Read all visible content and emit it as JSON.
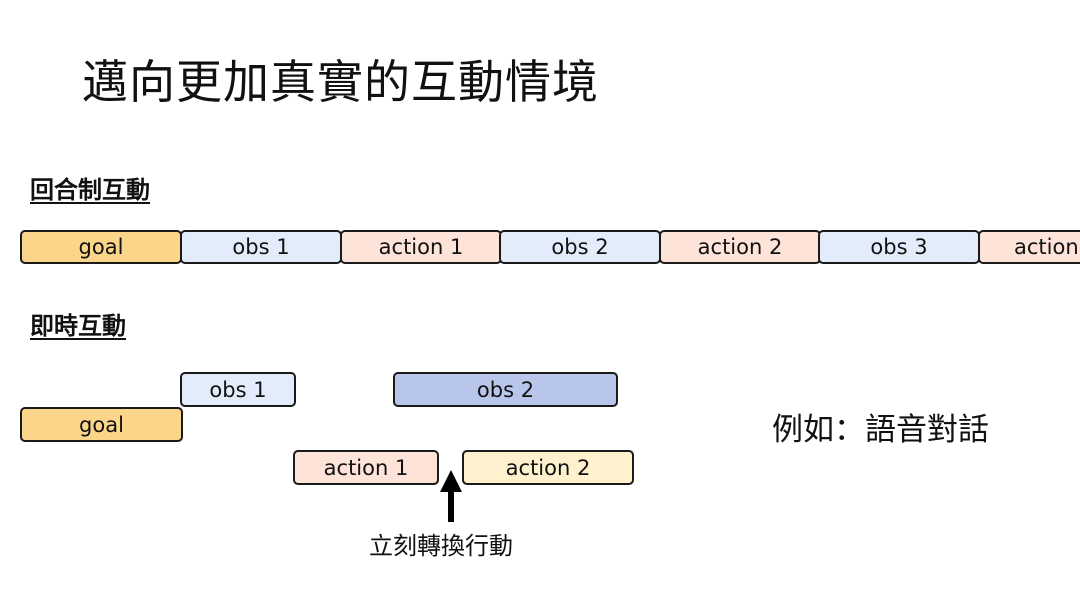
{
  "title": "邁向更加真實的互動情境",
  "colors": {
    "goal": "#fbd68a",
    "obs": "#e3ecfa",
    "obs_highlight": "#b7c6ea",
    "action": "#fde3d8",
    "action_alt": "#fff1cd",
    "border": "#1a1a1a"
  },
  "turn_based": {
    "label": "回合制互動",
    "blocks": [
      {
        "text": "goal",
        "kind": "goal"
      },
      {
        "text": "obs 1",
        "kind": "obs"
      },
      {
        "text": "action 1",
        "kind": "action"
      },
      {
        "text": "obs 2",
        "kind": "obs"
      },
      {
        "text": "action 2",
        "kind": "action"
      },
      {
        "text": "obs 3",
        "kind": "obs"
      },
      {
        "text": "action",
        "kind": "action"
      }
    ]
  },
  "real_time": {
    "label": "即時互動",
    "blocks": [
      {
        "text": "obs 1",
        "kind": "obs"
      },
      {
        "text": "goal",
        "kind": "goal"
      },
      {
        "text": "obs 2",
        "kind": "obs_highlight"
      },
      {
        "text": "action 1",
        "kind": "action"
      },
      {
        "text": "action 2",
        "kind": "action_alt"
      }
    ],
    "arrow_caption": "立刻轉換行動"
  },
  "example_text": "例如：語音對話"
}
